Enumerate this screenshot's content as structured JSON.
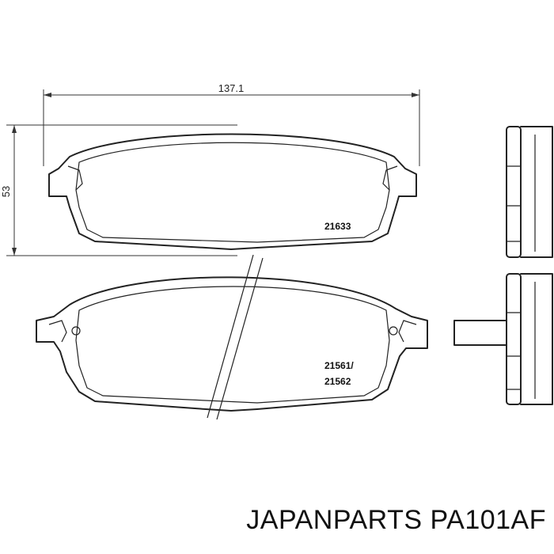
{
  "dimensions": {
    "width": "137.1",
    "height": "53"
  },
  "codes": {
    "top_pad": "21633",
    "bottom_pad_line1": "21561/",
    "bottom_pad_line2": "21562"
  },
  "caption": "JAPANPARTS PA101AF"
}
